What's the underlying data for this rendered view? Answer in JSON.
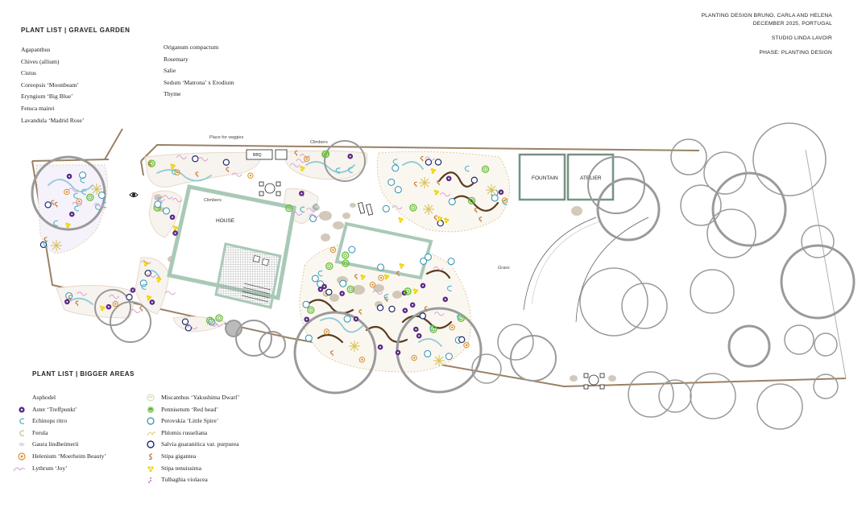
{
  "header": {
    "title": "PLANTING DESIGN BRUNO, CARLA AND HELENA",
    "date": "DECEMBER 2025, PORTUGAL",
    "studio": "STUDIO LINDA LAVOIR",
    "phase": "PHASE: PLANTING DESIGN"
  },
  "gravel_garden": {
    "title": "PLANT LIST | GRAVEL GARDEN",
    "col1": [
      "Agapanthus",
      "Chives (allium)",
      "Cistus",
      "Coreopsis ‘Moonbeam’",
      "Eryngium ‘Big Blue’",
      "Fetuca mairei",
      "Lavandula ‘Madrid Rose’"
    ],
    "col2": [
      "Origanum compactum",
      "Rosemary",
      "Salie",
      "Sedum ‘Matrona’ x Erodium",
      "Thyme"
    ]
  },
  "bigger_areas": {
    "title": "PLANT LIST | BIGGER AREAS",
    "col1": [
      {
        "label": "Asphodel",
        "icon": "asphodel-icon"
      },
      {
        "label": "Aster ‘Treffpunkt’",
        "icon": "aster-icon"
      },
      {
        "label": "Echinops ritro",
        "icon": "echinops-icon"
      },
      {
        "label": "Ferula",
        "icon": "ferula-icon"
      },
      {
        "label": "Gaura lindheimerii",
        "icon": "gaura-icon"
      },
      {
        "label": "Helenium ‘Moerheim Beauty’",
        "icon": "helenium-icon"
      },
      {
        "label": "Lythrum ‘Joy’",
        "icon": "lythrum-icon"
      }
    ],
    "col2": [
      {
        "label": "Miscanthus ‘Yakushima Dwarf’",
        "icon": "miscanthus-icon"
      },
      {
        "label": "Pennisetum ‘Red head’",
        "icon": "pennisetum-icon"
      },
      {
        "label": "Perovskia ‘Little Spire’",
        "icon": "perovskia-icon"
      },
      {
        "label": "Phlomis russeliana",
        "icon": "phlomis-icon"
      },
      {
        "label": "Salvia guaranitica var. purpurea",
        "icon": "salvia-icon"
      },
      {
        "label": "Stipa gigantea",
        "icon": "stipa-gigantea-icon"
      },
      {
        "label": "Stipa tenuissima",
        "icon": "stipa-tenuissima-icon"
      },
      {
        "label": "Tulbaghia violacea",
        "icon": "tulbaghia-icon"
      }
    ]
  },
  "plan": {
    "house": "HOUSE",
    "fountain": "FOUNTAIN",
    "atelier": "ATELIER",
    "bbq": "BBQ",
    "veggies": "Place for veggies",
    "climbers_top": "Climbers",
    "climbers_house": "Climbers",
    "grass": "Grass"
  },
  "colors": {
    "boundary": "#9b8064",
    "building_fill": "#dce9e2",
    "building_edge": "#a9c9b7",
    "tree": "#9a9a9a",
    "path": "#d9d2c6",
    "stone": "#cfc4b1",
    "aster": "#5b2a86",
    "echinops": "#5fb8c8",
    "pennisetum": "#6cbf3c",
    "stipa_gigantea": "#c47a3a",
    "stipa_tenuissima": "#f2d400",
    "lythrum": "#d59bd4",
    "perovskia": "#2f8fb0",
    "miscanthus": "#9fc38c",
    "helenium": "#d7902c",
    "brown_line": "#5a3b1e"
  }
}
